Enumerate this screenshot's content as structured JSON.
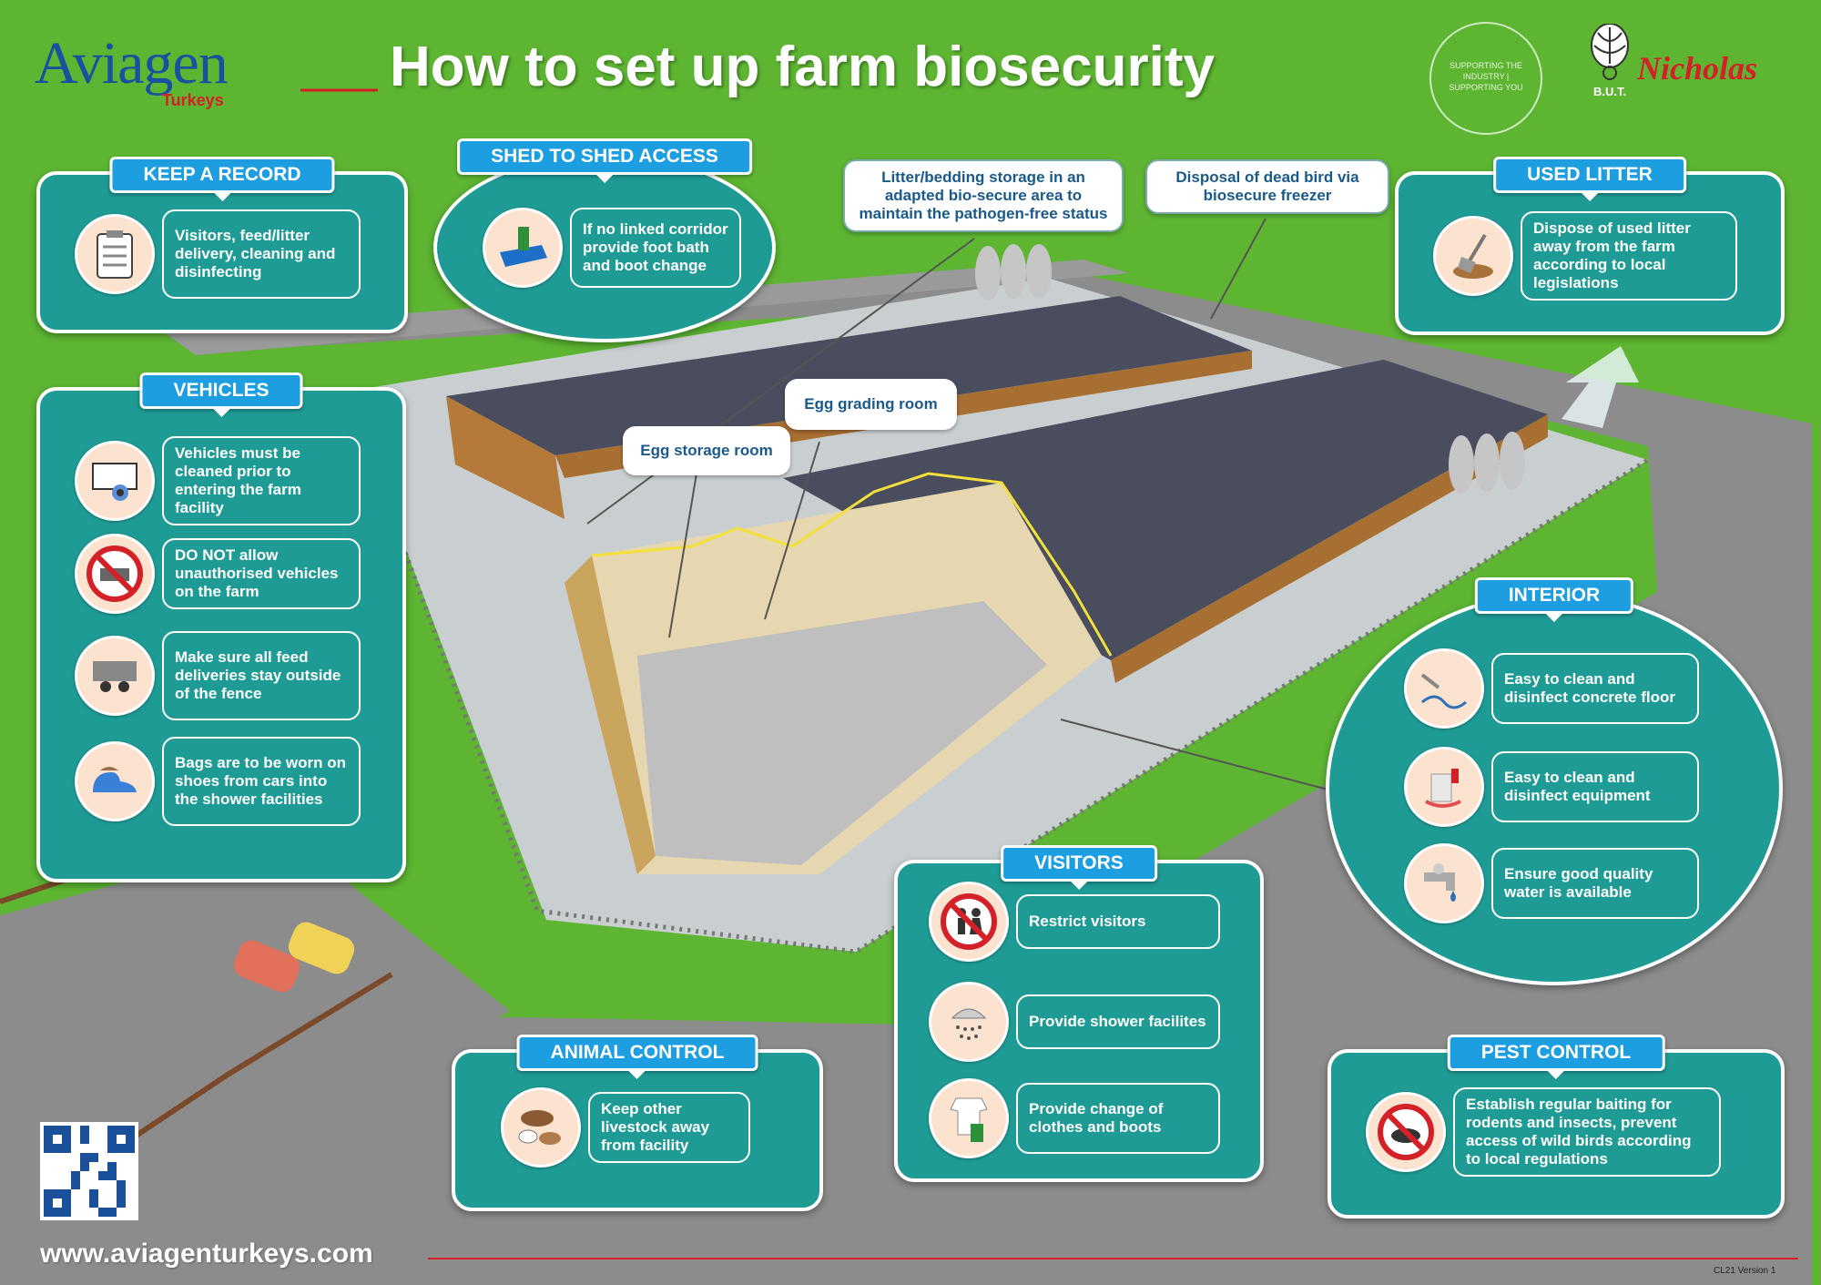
{
  "header": {
    "logo_name": "Aviagen",
    "logo_sub": "Turkeys",
    "title": "How to set up farm biosecurity",
    "badge_text": "SUPPORTING THE INDUSTRY | SUPPORTING YOU",
    "but_label": "B.U.T.",
    "nicholas_label": "Nicholas"
  },
  "panels": {
    "keep_record": {
      "title": "KEEP A RECORD",
      "items": [
        {
          "icon": "clipboard-icon",
          "text": "Visitors, feed/litter delivery, cleaning and disinfecting"
        }
      ]
    },
    "shed_access": {
      "title": "SHED TO SHED ACCESS",
      "items": [
        {
          "icon": "foot-bath-icon",
          "text": "If no linked corridor provide foot bath and boot change"
        }
      ]
    },
    "vehicles": {
      "title": "VEHICLES",
      "items": [
        {
          "icon": "vehicle-wash-icon",
          "text": "Vehicles must be cleaned prior to entering the farm facility"
        },
        {
          "icon": "no-vehicle-icon",
          "text": "DO NOT allow unauthorised vehicles on the farm"
        },
        {
          "icon": "feed-trailer-icon",
          "text": "Make sure all feed deliveries stay outside of the fence"
        },
        {
          "icon": "shoe-cover-icon",
          "text": "Bags are to be worn on shoes from cars into the shower facilities"
        }
      ]
    },
    "used_litter": {
      "title": "USED LITTER",
      "items": [
        {
          "icon": "shovel-icon",
          "text": "Dispose of used litter away from the farm according to local legislations"
        }
      ]
    },
    "interior": {
      "title": "INTERIOR",
      "items": [
        {
          "icon": "spray-floor-icon",
          "text": "Easy to clean and disinfect concrete floor"
        },
        {
          "icon": "equipment-icon",
          "text": "Easy to clean and disinfect equipment"
        },
        {
          "icon": "water-tap-icon",
          "text": "Ensure good quality water is available"
        }
      ]
    },
    "visitors": {
      "title": "VISITORS",
      "items": [
        {
          "icon": "no-visitors-icon",
          "text": "Restrict visitors"
        },
        {
          "icon": "shower-icon",
          "text": "Provide shower facilites"
        },
        {
          "icon": "clothes-boots-icon",
          "text": "Provide change of clothes and boots"
        }
      ]
    },
    "animal_control": {
      "title": "ANIMAL CONTROL",
      "items": [
        {
          "icon": "livestock-icon",
          "text": "Keep other livestock away from facility"
        }
      ]
    },
    "pest_control": {
      "title": "PEST CONTROL",
      "items": [
        {
          "icon": "no-rodent-icon",
          "text": "Establish regular baiting for rodents and insects, prevent access of wild birds according to local regulations"
        }
      ]
    }
  },
  "callouts": {
    "litter_storage": "Litter/bedding storage in an adapted bio-secure area to maintain the pathogen-free status",
    "dead_bird": "Disposal of dead bird via biosecure freezer",
    "egg_grading": "Egg grading room",
    "egg_storage": "Egg storage room"
  },
  "footer": {
    "website": "www.aviagenturkeys.com",
    "version": "CL21 Version 1"
  },
  "colors": {
    "grass": "#5db532",
    "panel": "#1f9b95",
    "title_tab": "#1d9ee0",
    "roof": "#4a4d5e",
    "accent_red": "#d42027"
  }
}
